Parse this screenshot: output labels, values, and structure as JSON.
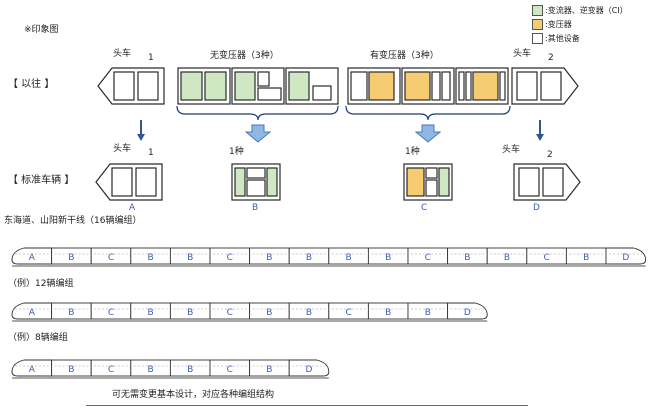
{
  "colors": {
    "converter": "#cfe8c3",
    "transformer": "#f6cc73",
    "other": "#ffffff",
    "arrow_dark": "#2f5597",
    "arrow_light": "#8fb7e3",
    "line": "#2a2a2a"
  },
  "legend": {
    "items": [
      {
        "label": ":变流器、逆变器（CI）",
        "color": "#cfe8c3"
      },
      {
        "label": ":变压器",
        "color": "#f6cc73"
      },
      {
        "label": ":其他设备",
        "color": "#ffffff"
      }
    ]
  },
  "note": "※印象图",
  "rows": {
    "past": "【  以往  】",
    "standard": "【  标准车辆  】"
  },
  "past": {
    "head_left": "头车",
    "head_left_num": "1",
    "no_transformer": "无变压器（3种）",
    "with_transformer": "有变压器（3种）",
    "head_right": "头车",
    "head_right_num": "2"
  },
  "standard": {
    "head_left": "头车",
    "head_left_num": "1",
    "type1_a": "1种",
    "type1_b": "1种",
    "head_right": "头车",
    "head_right_num": "2",
    "car_a": "A",
    "car_b": "B",
    "car_c": "C",
    "car_d": "D"
  },
  "formations": [
    {
      "label": "东海道、山阳新干线（16辆编组）",
      "cars": [
        "A",
        "B",
        "C",
        "B",
        "B",
        "C",
        "B",
        "B",
        "B",
        "B",
        "C",
        "B",
        "B",
        "C",
        "B",
        "D"
      ]
    },
    {
      "label": "（例）12辆编组",
      "cars": [
        "A",
        "B",
        "C",
        "B",
        "B",
        "C",
        "B",
        "B",
        "C",
        "B",
        "B",
        "D"
      ]
    },
    {
      "label": "（例）8辆编组",
      "cars": [
        "A",
        "B",
        "C",
        "B",
        "B",
        "C",
        "B",
        "D"
      ]
    }
  ],
  "caption": "可无需变更基本设计，对应各种编组结构"
}
